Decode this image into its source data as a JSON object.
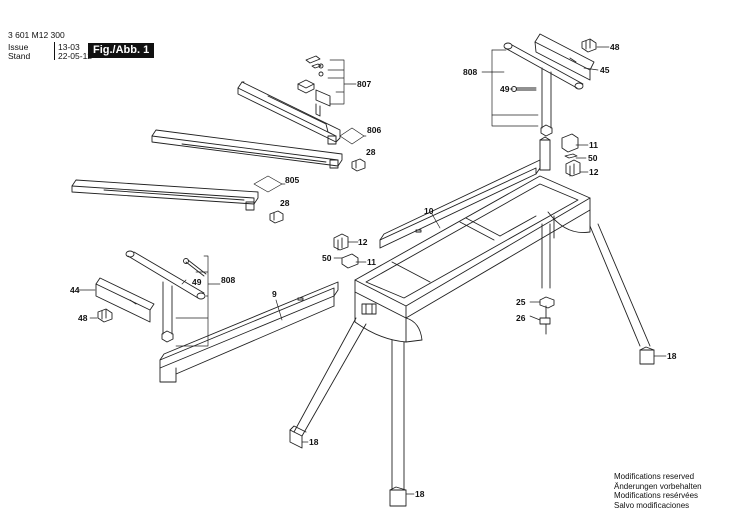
{
  "header": {
    "doc_number": "3 601 M12 300",
    "issue_label": "Issue",
    "issue_value": "13-03",
    "stand_label": "Stand",
    "stand_value": "22-05-12",
    "figure_label": "Fig./Abb. 1"
  },
  "parts": {
    "p48_top": "48",
    "p45": "45",
    "p808_top": "808",
    "p49_top": "49",
    "p807": "807",
    "p806": "806",
    "p28_a": "28",
    "p805": "805",
    "p28_b": "28",
    "p11_right": "11",
    "p50_right": "50",
    "p12_right": "12",
    "p10": "10",
    "p12_left": "12",
    "p50_left": "50",
    "p11_left": "11",
    "p49_left": "49",
    "p808_left": "808",
    "p44": "44",
    "p48_left": "48",
    "p9": "9",
    "p25": "25",
    "p26": "26",
    "p18_right": "18",
    "p18_left": "18",
    "p18_bottom": "18"
  },
  "notes": [
    "Modifications reserved",
    "Änderungen vorbehalten",
    "Modifications resérvées",
    "Salvo modificaciones"
  ]
}
